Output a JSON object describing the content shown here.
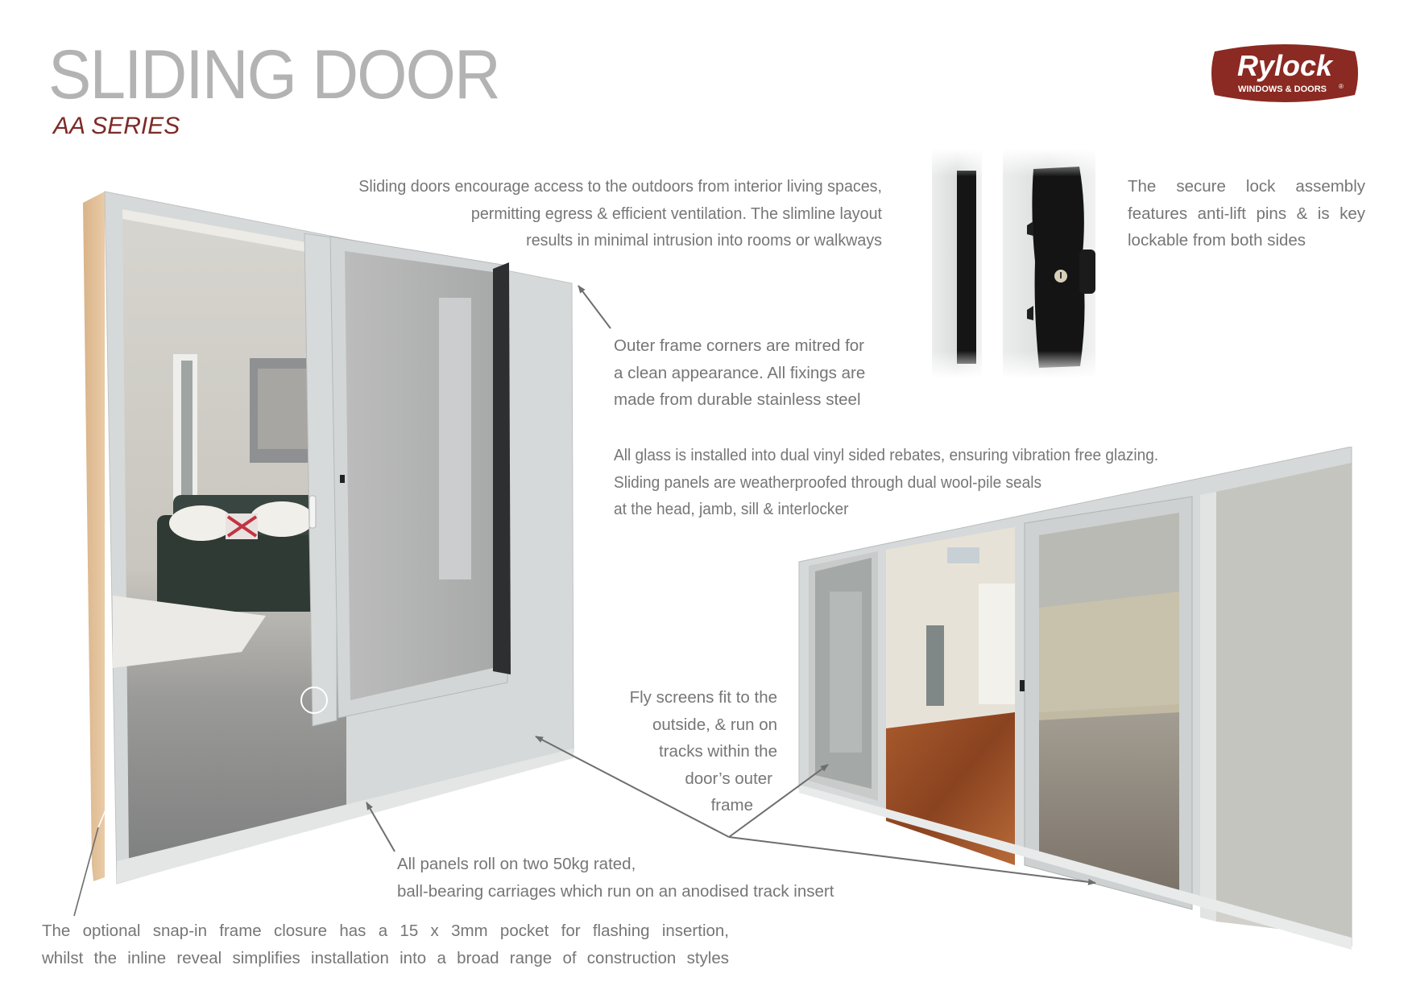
{
  "header": {
    "title": "SLIDING DOOR",
    "subtitle": "AA SERIES"
  },
  "logo": {
    "brand": "Rylock",
    "tagline": "WINDOWS & DOORS",
    "registered_mark": "®",
    "color": "#8b2a22"
  },
  "callouts": {
    "intro": "Sliding doors encourage access to the outdoors from interior living spaces, permitting egress & efficient ventilation. The slimline layout results in minimal intrusion into rooms or walkways",
    "intro_lines": [
      "Sliding doors encourage access to the outdoors from interior living spaces,",
      "permitting egress & efficient ventilation. The slimline layout",
      "results in minimal intrusion into rooms or walkways"
    ],
    "lock_lines": [
      "The secure lock assembly",
      "features anti-lift pins & is key",
      "lockable from both sides"
    ],
    "frame_lines": [
      "Outer frame corners are mitred for",
      "a clean appearance. All fixings are",
      "made from durable stainless steel"
    ],
    "glass_lines": [
      "All glass is installed into dual vinyl sided rebates, ensuring vibration free glazing.",
      "Sliding panels are weatherproofed through dual wool-pile seals",
      "at the head, jamb, sill & interlocker"
    ],
    "flyscreen_lines": [
      "Fly screens fit to the",
      "outside, & run on",
      "tracks within the",
      "door’s outer",
      "frame"
    ],
    "panels_lines": [
      "All panels roll on two 50kg rated,",
      "ball-bearing carriages which run on an anodised track insert"
    ],
    "closure_lines": [
      "The optional snap-in frame closure has a 15 x 3mm pocket for flashing insertion,",
      "whilst the inline reveal simplifies installation into a broad range of construction styles"
    ]
  },
  "images": {
    "main_door": "sliding-door-interior-living-room",
    "lock_detail": "black-lock-assembly-with-key-cylinder",
    "second_door": "open-sliding-door-timber-floor-deck"
  },
  "colors": {
    "title_grey": "#b3b3b3",
    "subtitle_red": "#7d2a25",
    "body_text": "#767676",
    "arrow": "#6e6e6e",
    "frame_aluminium": "#d9dcdc",
    "timber_reveal": "#d8b48c"
  }
}
